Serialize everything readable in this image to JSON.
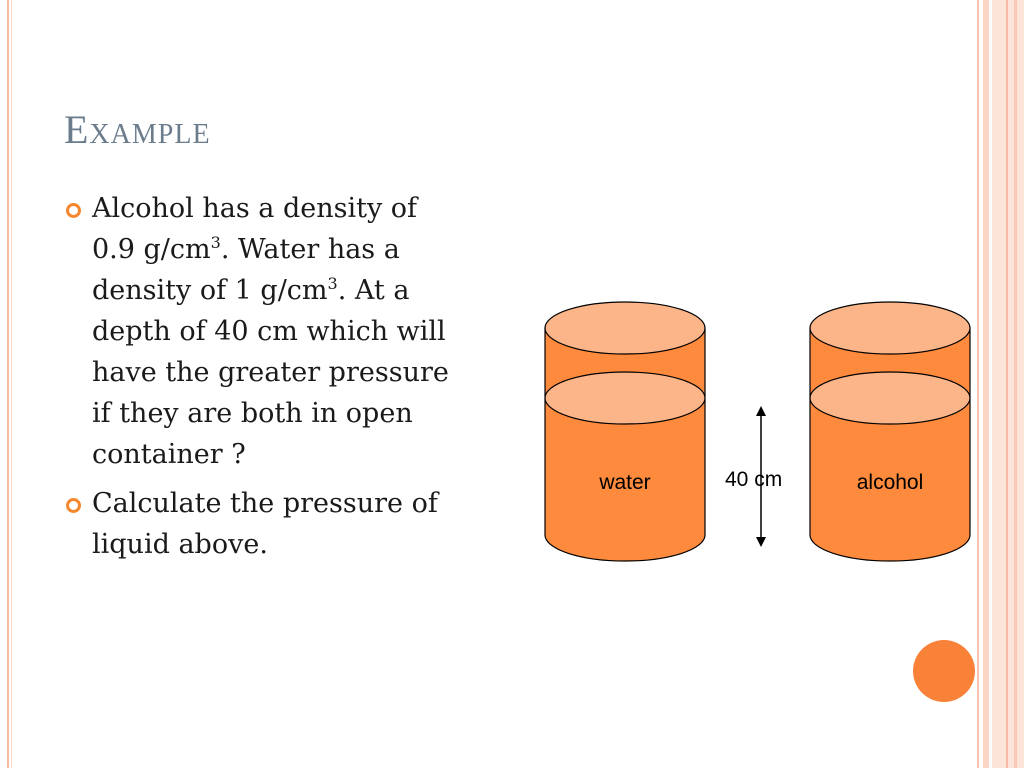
{
  "slide": {
    "title": "Example",
    "bullets": [
      {
        "parts": [
          "Alcohol has a density of 0.9 g/cm",
          "3",
          ". Water has a density of 1 g/cm",
          "3",
          ". At a depth of 40 cm which will have the greater pressure if they are both in open container ?"
        ]
      },
      {
        "text": "Calculate the pressure of liquid above."
      }
    ]
  },
  "diagram": {
    "left_container_label": "water",
    "right_container_label": "alcohol",
    "depth_label": "40 cm"
  },
  "colors": {
    "container_body": "#fd8a3d",
    "container_top": "#fcb589",
    "accent": "#f5872e",
    "title": "#6b7c8d"
  }
}
